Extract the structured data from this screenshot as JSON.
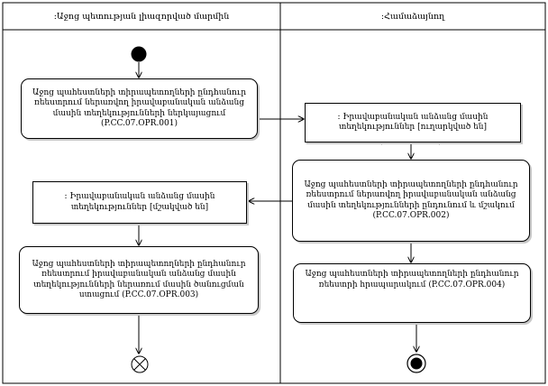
{
  "lanes": [
    {
      "title": ":Աջոց պետության լիազորված մարմին"
    },
    {
      "title": ":Համաձայնող"
    }
  ],
  "activities": {
    "opr001": "Աջոց պահեստների տիրապետողների ընդհանուր ռեեստրում ներառվող  իրավաբանական անձանց մասին տեղեկությունների ներկայացում (P.CC.07.OPR.001)",
    "opr002": "Աջոց պահեստների տիրապետողների ընդհանուր ռեեստրում ներառվող  իրավաբանական անձանց մասին տեղեկությունների ընդունում և մշակում (P.CC.07.OPR.002)",
    "opr003": "Աջոց պահեստների տիրապետողների ընդհանուր ռեեստրում իրավաբանական անձանց մասին տեղեկությունների ներառում մասին ծանուցման ստացում (P.CC.07.OPR.003)",
    "opr004": "Աջոց պահեստների տիրապետողների ընդհանուր ռեեստրի հրապարակում (P.CC.07.OPR.004)"
  },
  "objects": {
    "sent": ": Իրավաբանական անձանց մասին տեղեկություններ [ուղարկված են]",
    "processed": ": Իրավաբանական անձանց մասին տեղեկություններ [մշակված են]"
  }
}
